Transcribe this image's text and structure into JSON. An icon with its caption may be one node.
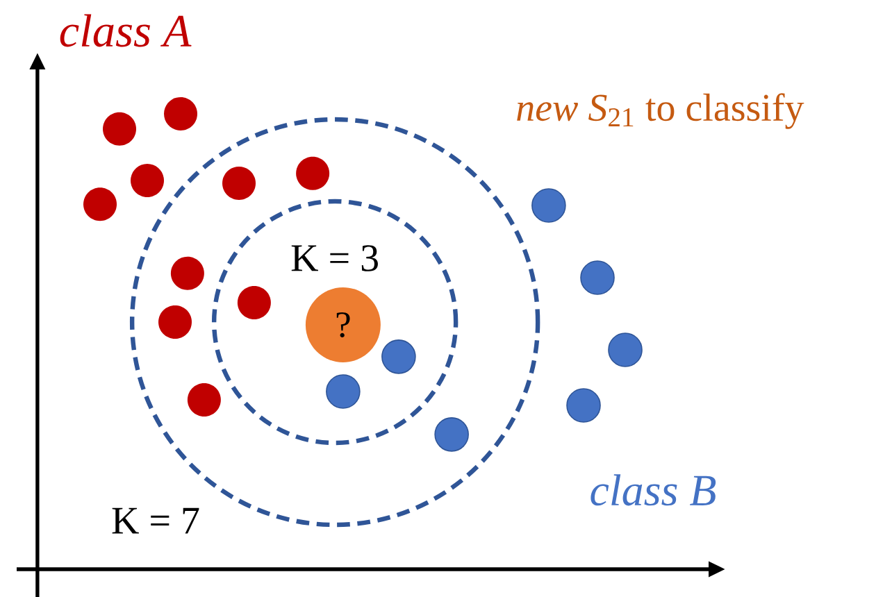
{
  "diagram": {
    "nodes": [
      {
        "text": [],
        "shape": "circle",
        "beside": [
          "K = 7"
        ]
      },
      {
        "text": [
          "K = 3"
        ],
        "in": 0
      },
      {
        "text": [
          "?"
        ],
        "in": 1
      }
    ],
    "labels": [
      "class A",
      "*new S*$_{21}$ to classify",
      "class B"
    ]
  }
}
